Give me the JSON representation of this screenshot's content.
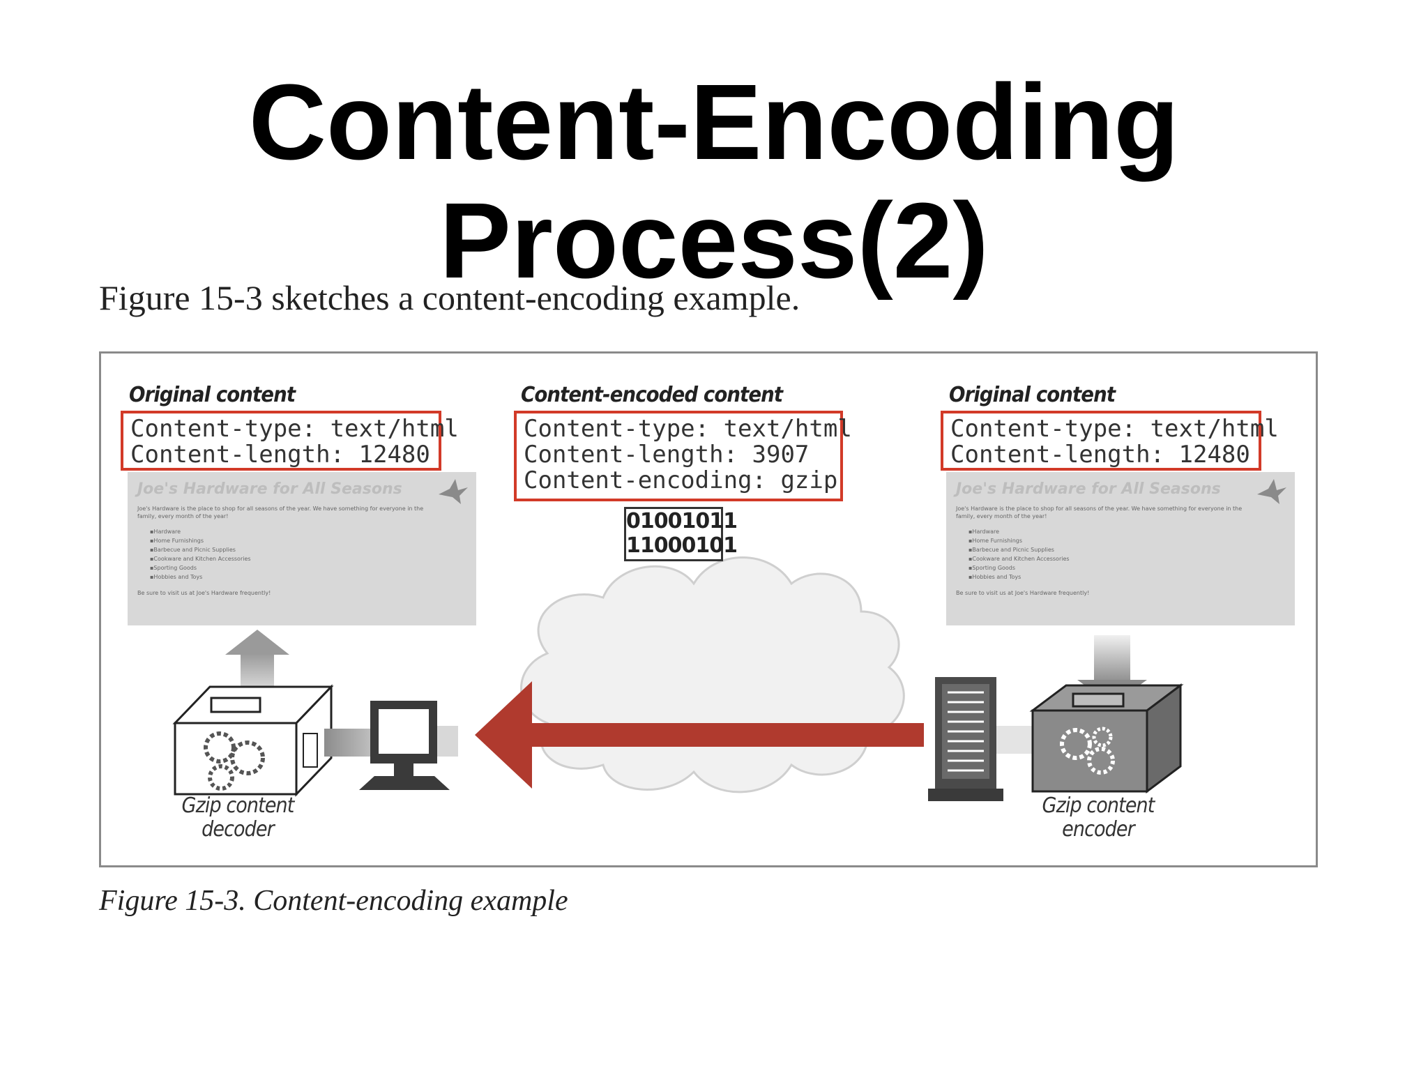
{
  "title": {
    "line1": "Content-Encoding",
    "line2": "Process(2)"
  },
  "intro": "Figure 15-3 sketches a content-encoding example.",
  "figure": {
    "left_panel": {
      "heading": "Original content",
      "content_type": "Content-type: text/html",
      "content_length": "Content-length: 12480"
    },
    "middle_panel": {
      "heading": "Content-encoded content",
      "content_type": "Content-type: text/html",
      "content_length": "Content-length: 3907",
      "content_encoding": "Content-encoding: gzip",
      "binary_line1": "01001011",
      "binary_line2": "11000101"
    },
    "right_panel": {
      "heading": "Original content",
      "content_type": "Content-type: text/html",
      "content_length": "Content-length: 12480"
    },
    "web_page": {
      "title": "Joe's Hardware for All Seasons",
      "intro": "Joe's Hardware is the place to shop for all seasons of the year. We have something for everyone in the family, every month of the year!",
      "items": [
        "Hardware",
        "Home Furnishings",
        "Barbecue and Picnic Supplies",
        "Cookware and Kitchen Accessories",
        "Sporting Goods",
        "Hobbies and Toys"
      ],
      "footer": "Be sure to visit us at Joe's Hardware frequently!"
    },
    "decoder_label": [
      "Gzip content",
      "decoder"
    ],
    "encoder_label": [
      "Gzip content",
      "encoder"
    ],
    "icons": [
      "gzip-decoder-box-icon",
      "client-computer-icon",
      "internet-cloud-icon",
      "server-icon",
      "gzip-encoder-box-icon",
      "data-flow-arrow-icon"
    ],
    "colors": {
      "highlight_border": "#d23a28",
      "flow_arrow": "#b03a2e"
    }
  },
  "caption": "Figure 15-3. Content-encoding example"
}
